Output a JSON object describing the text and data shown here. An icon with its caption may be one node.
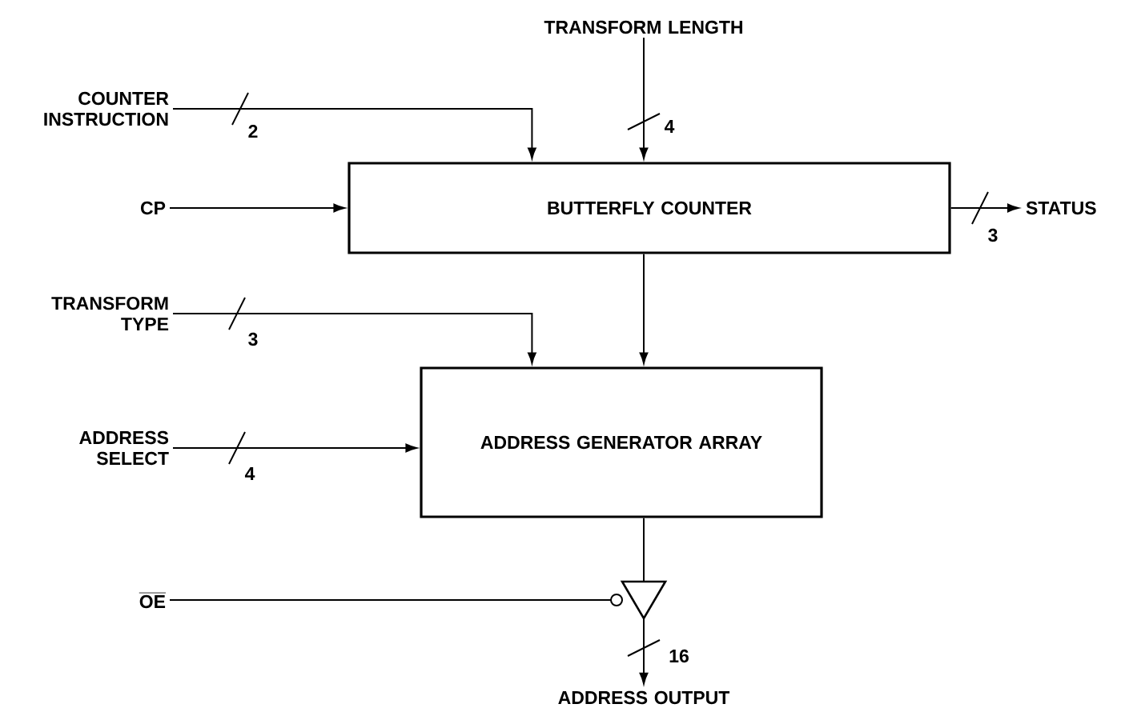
{
  "diagram": {
    "nodes": [
      {
        "text": [
          "COUNTER INSTRUCTION"
        ]
      },
      {
        "text": [
          "TRANSFORM LENGTH"
        ]
      },
      {
        "text": [
          "BUTTERFLY COUNTER"
        ]
      },
      {
        "text": [
          "CP"
        ]
      },
      {
        "text": [
          "STATUS"
        ]
      },
      {
        "text": [
          "TRANSFORM TYPE"
        ]
      },
      {
        "text": [
          "ADDRESS GENERATOR ARRAY"
        ]
      },
      {
        "text": [
          "ADDRESS SELECT"
        ]
      },
      {
        "text": [
          "OE"
        ]
      },
      {
        "text": [],
        "shape": "triangle"
      },
      {
        "text": [
          "ADDRESS OUTPUT"
        ]
      }
    ],
    "edges": [
      {
        "from": 0,
        "to": 2,
        "arrow": "to",
        "label": "2"
      },
      {
        "from": 1,
        "to": 2,
        "arrow": "to",
        "label": "4"
      },
      {
        "from": 3,
        "to": 2,
        "arrow": "to"
      },
      {
        "from": 2,
        "to": 4,
        "arrow": "to",
        "label": "3"
      },
      {
        "from": 5,
        "to": 6,
        "arrow": "to",
        "label": "3"
      },
      {
        "from": 2,
        "to": 6,
        "arrow": "to"
      },
      {
        "from": 7,
        "to": 6,
        "arrow": "to",
        "label": "4"
      },
      {
        "from": 8,
        "to": 9,
        "arrow": "none"
      },
      {
        "from": 6,
        "to": 9,
        "arrow": "none"
      },
      {
        "from": 9,
        "to": 10,
        "arrow": "to",
        "label": "16"
      }
    ]
  }
}
